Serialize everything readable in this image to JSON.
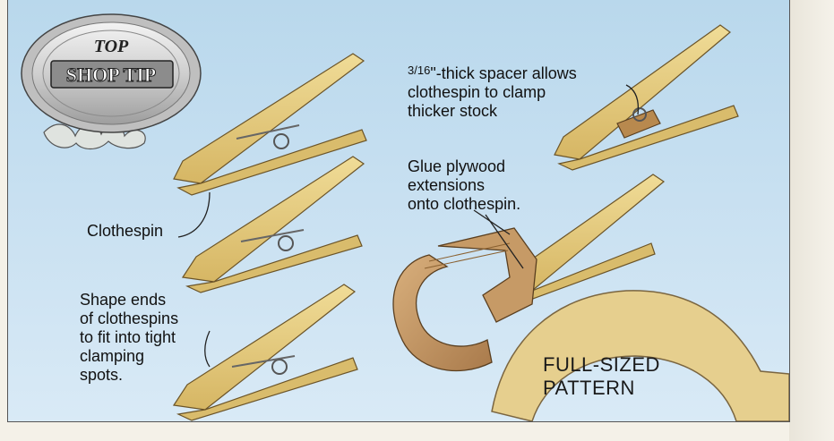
{
  "badge": {
    "line1": "TOP",
    "line2": "SHOP TIP"
  },
  "labels": {
    "clothespin": "Clothespin",
    "shape_ends": "Shape ends\nof clothespins\nto fit into tight\nclamping\nspots.",
    "spacer_fraction": "3/16",
    "spacer_rest": "\"-thick spacer allows\nclothespin to clamp\nthicker stock",
    "glue": "Glue plywood\nextensions\nonto clothespin.",
    "pattern": "FULL-SIZED\nPATTERN"
  },
  "colors": {
    "background": "#c4def0",
    "wood": "#e2c97a",
    "wood_dark": "#c9a24d",
    "plywood": "#c69a66",
    "pattern": "#e6cf8e"
  }
}
